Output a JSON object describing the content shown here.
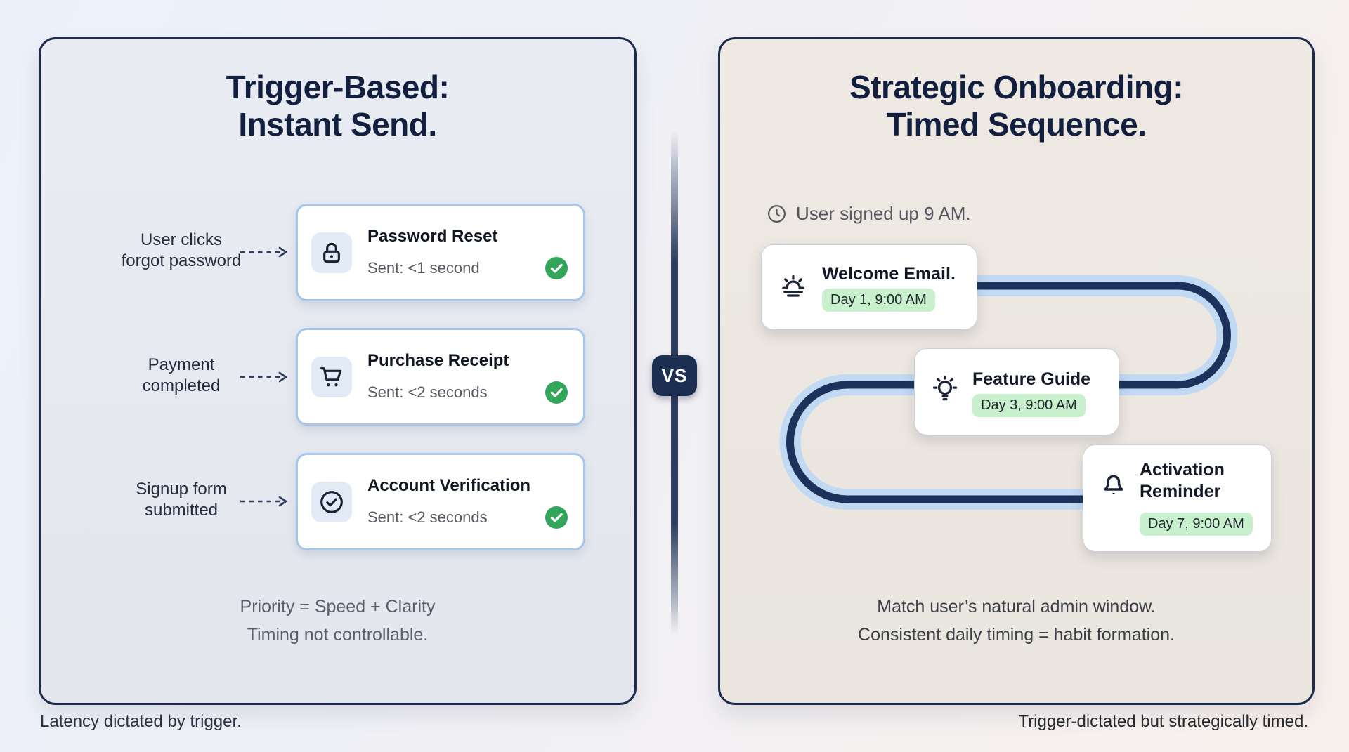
{
  "left_panel": {
    "title_line1": "Trigger-Based:",
    "title_line2": "Instant Send.",
    "rows": [
      {
        "icon": "lock-icon",
        "trigger_line1": "User clicks",
        "trigger_line2": "forgot password",
        "title": "Password Reset",
        "subtitle": "Sent: <1 second",
        "status_icon": "check-badge-icon"
      },
      {
        "icon": "cart-icon",
        "trigger_line1": "Payment",
        "trigger_line2": "completed",
        "title": "Purchase Receipt",
        "subtitle": "Sent: <2 seconds",
        "status_icon": "check-badge-icon"
      },
      {
        "icon": "check-circle-icon",
        "trigger_line1": "Signup form",
        "trigger_line2": "submitted",
        "title": "Account Verification",
        "subtitle": "Sent: <2 seconds",
        "status_icon": "check-badge-icon"
      }
    ],
    "note_line1": "Priority = Speed + Clarity",
    "note_line2": "Timing not controllable.",
    "footer": "Latency dictated by trigger."
  },
  "vs_label": "VS",
  "right_panel": {
    "title_line1": "Strategic Onboarding:",
    "title_line2": "Timed Sequence.",
    "signup_note": "User signed up 9 AM.",
    "signup_icon": "clock-icon",
    "steps": [
      {
        "icon": "sunrise-icon",
        "title": "Welcome Email.",
        "badge": "Day 1, 9:00 AM"
      },
      {
        "icon": "lightbulb-icon",
        "title": "Feature Guide",
        "badge": "Day 3, 9:00 AM"
      },
      {
        "icon": "bell-icon",
        "title": "Activation Reminder",
        "badge": "Day 7, 9:00 AM"
      }
    ],
    "note_line1": "Match user’s natural admin window.",
    "note_line2": "Consistent daily timing = habit formation.",
    "footer": "Trigger-dictated but strategically timed."
  },
  "colors": {
    "navy_border": "#1f2b4d",
    "navy_text": "#131f3e",
    "icon_stroke": "#1b2235",
    "card_border_blue": "#a6c6ea",
    "green_badge": "#34a65b",
    "pill_green": "#c8f0cd",
    "path_core": "#1b335a",
    "path_halo": "#c2d9f4",
    "vs_bg": "#1c2e52"
  }
}
